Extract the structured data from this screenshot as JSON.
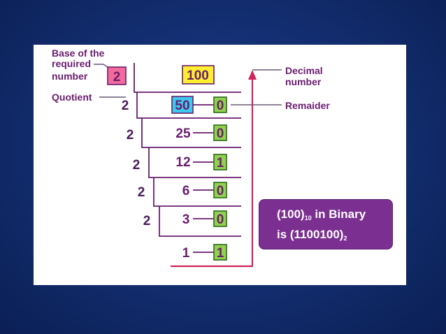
{
  "labels": {
    "base_line1": "Base of the",
    "base_line2": "required",
    "base_line3": "number",
    "quotient": "Quotient",
    "decimal_line1": "Decimal",
    "decimal_line2": "number",
    "remainder": "Remaider"
  },
  "base_value": "2",
  "decimal_value": "100",
  "divisions": [
    {
      "divisor": "2",
      "quotient": "50",
      "remainder": "0"
    },
    {
      "divisor": "2",
      "quotient": "25",
      "remainder": "0"
    },
    {
      "divisor": "2",
      "quotient": "12",
      "remainder": "1"
    },
    {
      "divisor": "2",
      "quotient": "6",
      "remainder": "0"
    },
    {
      "divisor": "2",
      "quotient": "3",
      "remainder": "0"
    }
  ],
  "final_quotient": "1",
  "final_remainder": "1",
  "result": {
    "line1_number": "(100)",
    "line1_base": "10",
    "line1_text": " in Binary",
    "line2_prefix": "is (1100100)",
    "line2_base": "2"
  },
  "colors": {
    "background": "#143073",
    "text_purple": "#6a1d6e",
    "decimal_box": "#ffef2e",
    "base_box": "#f26b9c",
    "quotient_box": "#3fc8ef",
    "remainder_box": "#92d050",
    "arrow": "#d1245a",
    "result_box": "#7b2f91"
  }
}
